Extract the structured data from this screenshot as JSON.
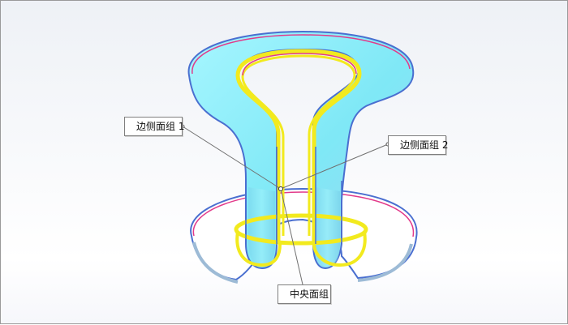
{
  "callouts": {
    "left": "边侧面组 1",
    "right": "边侧面组 2",
    "bottom": "中央面组"
  },
  "colors": {
    "surface_fill": "#8ef0fb",
    "surface_edge": "#4a6fd0",
    "highlight_edge": "#f2ea1e",
    "magenta_edge": "#e23a8a",
    "leader_line": "#707070"
  }
}
